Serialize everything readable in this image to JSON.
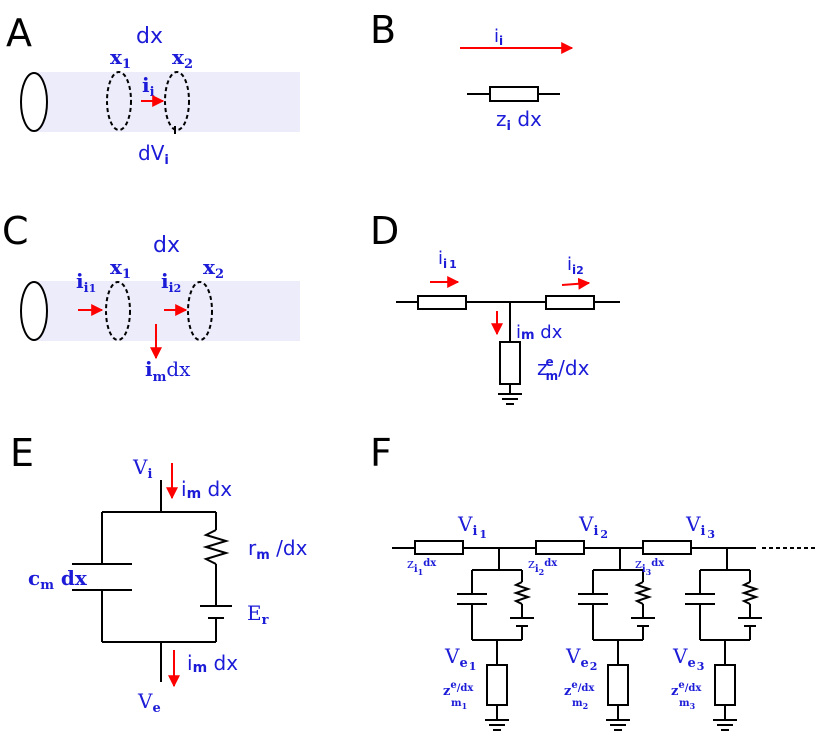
{
  "panels": {
    "A": {
      "letter": "A",
      "dx": "dx",
      "x1": "x",
      "x1_sub": "1",
      "x2": "x",
      "x2_sub": "2",
      "current": "i",
      "current_sub": "i",
      "voltage": "dV",
      "voltage_sub": "i"
    },
    "B": {
      "letter": "B",
      "current": "i",
      "current_sub": "i",
      "impedance": "z",
      "impedance_sub": "i",
      "impedance_tail": " dx"
    },
    "C": {
      "letter": "C",
      "dx": "dx",
      "x1": "x",
      "x1_sub": "1",
      "x2": "x",
      "x2_sub": "2",
      "i1": "i",
      "i1_sub": "i",
      "i1_subsub": "1",
      "i2": "i",
      "i2_sub": "i",
      "i2_subsub": "2",
      "im": "i",
      "im_sub": "m",
      "im_tail": "dx"
    },
    "D": {
      "letter": "D",
      "i1": "i",
      "i1_sub": "i",
      "i1_subsub": "1",
      "i2": "i",
      "i2_sub": "i",
      "i2_subsub": "2",
      "im": "i",
      "im_sub": "m",
      "im_tail": " dx",
      "zm": "z",
      "zm_sup": "e",
      "zm_sub": "m",
      "zm_tail": "/dx"
    },
    "E": {
      "letter": "E",
      "vi": "V",
      "vi_sub": "i",
      "im_top": "i",
      "im_top_sub": "m",
      "im_top_tail": " dx",
      "rm": "r",
      "rm_sub": "m",
      "rm_tail": " /dx",
      "cm": "c",
      "cm_sub": "m",
      "cm_tail": " dx",
      "er": "E",
      "er_sub": "r",
      "im_bot": "i",
      "im_bot_sub": "m",
      "im_bot_tail": " dx",
      "ve": "V",
      "ve_sub": "e"
    },
    "F": {
      "letter": "F",
      "vi": "V",
      "vi_sub": "i",
      "ve": "V",
      "ve_sub": "e",
      "zi": "z",
      "zi_sub": "i",
      "zi_tail": "dx",
      "zm": "z",
      "zm_sup": "e",
      "zm_sub": "m",
      "zm_tail": "/dx",
      "indices": [
        "1",
        "2",
        "3"
      ]
    }
  },
  "colors": {
    "label": "#1b1bd8",
    "arrow": "#ff0000",
    "tube": "#ececfb"
  }
}
